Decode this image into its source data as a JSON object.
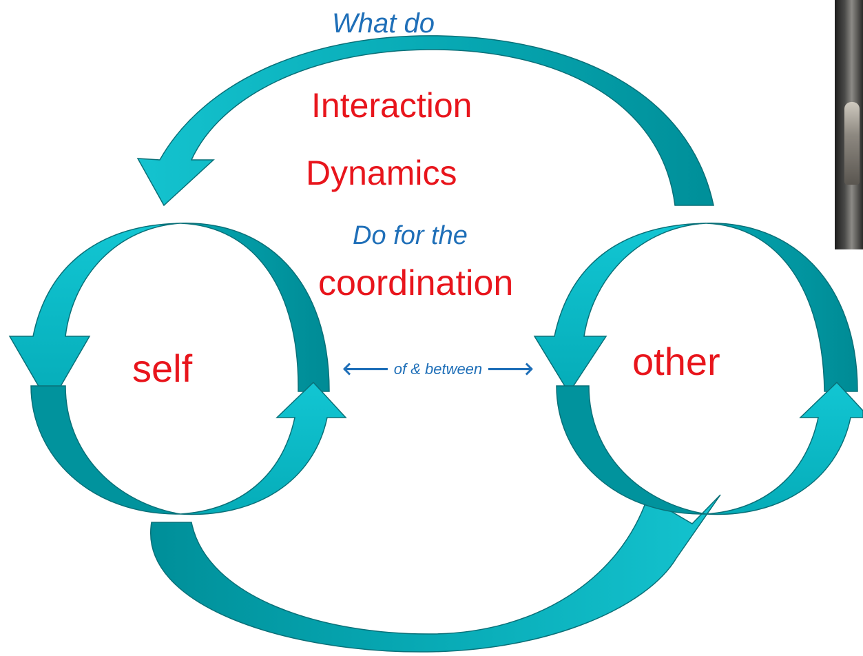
{
  "labels": {
    "what_do": "What do",
    "interaction": "Interaction",
    "dynamics": "Dynamics",
    "do_for_the": "Do for the",
    "coordination": "coordination",
    "self": "self",
    "other": "other",
    "of_between": "of & between"
  },
  "colors": {
    "arrow_dark": "#00959f",
    "arrow_light": "#10c2cf",
    "arrow_stroke": "#0a6c72",
    "text_red": "#e8151c",
    "text_blue": "#1f6fb8"
  },
  "icons": {
    "left_arrow": "🡐",
    "right_arrow": "🡒"
  }
}
